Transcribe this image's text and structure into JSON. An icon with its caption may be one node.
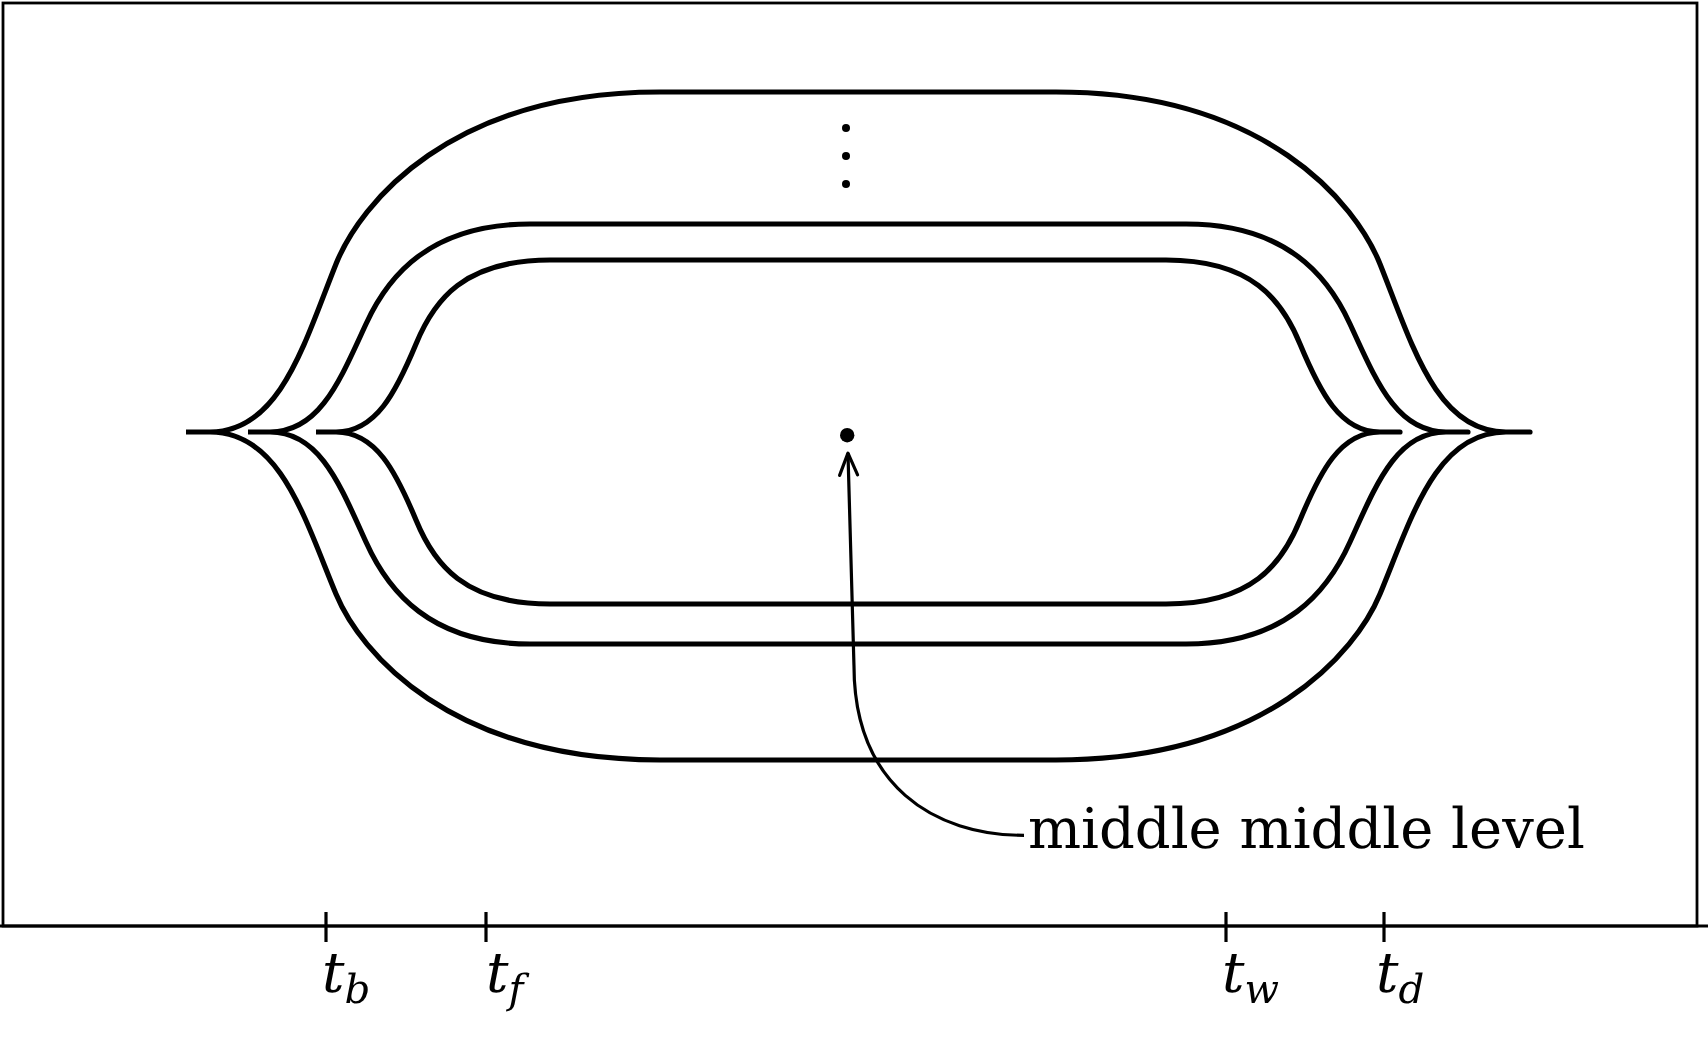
{
  "diagram": {
    "nodes": [
      {
        "text": [
          "middle middle level"
        ]
      },
      {
        "text": [],
        "shape": "circle"
      }
    ],
    "edges": [
      {
        "from": 0,
        "to": 1,
        "arrow": "to"
      }
    ],
    "labels": [
      "t$_{b}$",
      "t$_{f}$",
      "t$_{w}$",
      "t$_{d}$"
    ]
  }
}
